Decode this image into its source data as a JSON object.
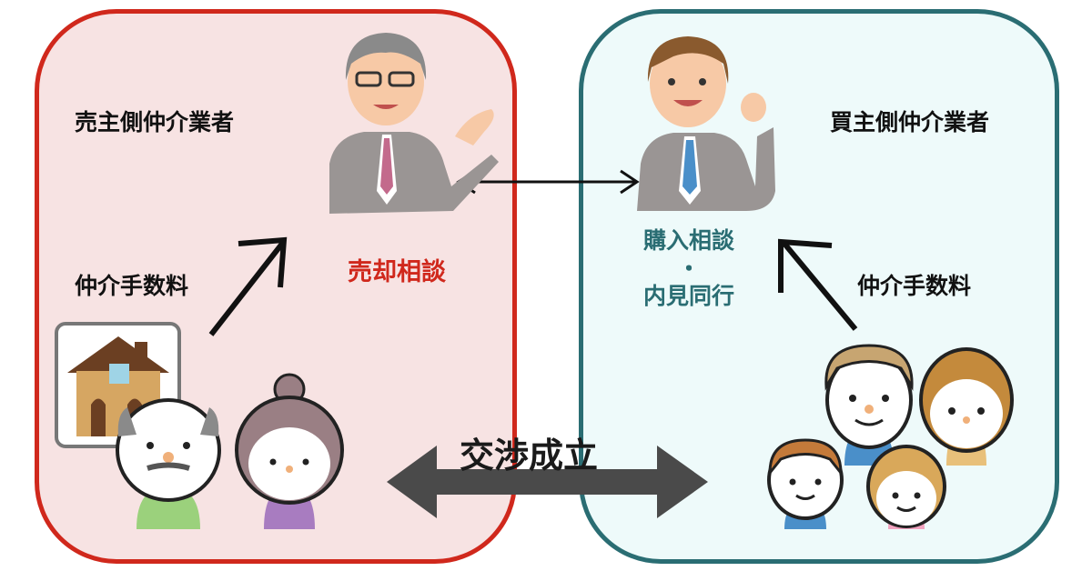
{
  "seller": {
    "agent_label": "売主側仲介業者",
    "fee_label": "仲介手数料",
    "consult_label": "売却相談",
    "border_color": "#d0281c",
    "fill_color": "#f7e3e3"
  },
  "buyer": {
    "agent_label": "買主側仲介業者",
    "fee_label": "仲介手数料",
    "services": [
      "購入相談",
      "・",
      "内見同行"
    ],
    "border_color": "#2a6d73",
    "fill_color": "#eefafa"
  },
  "center": {
    "deal_label": "交渉成立"
  },
  "icons": [
    "agent-senior-man-icon",
    "agent-young-man-icon",
    "house-icon",
    "elderly-couple-icon",
    "family-icon"
  ]
}
